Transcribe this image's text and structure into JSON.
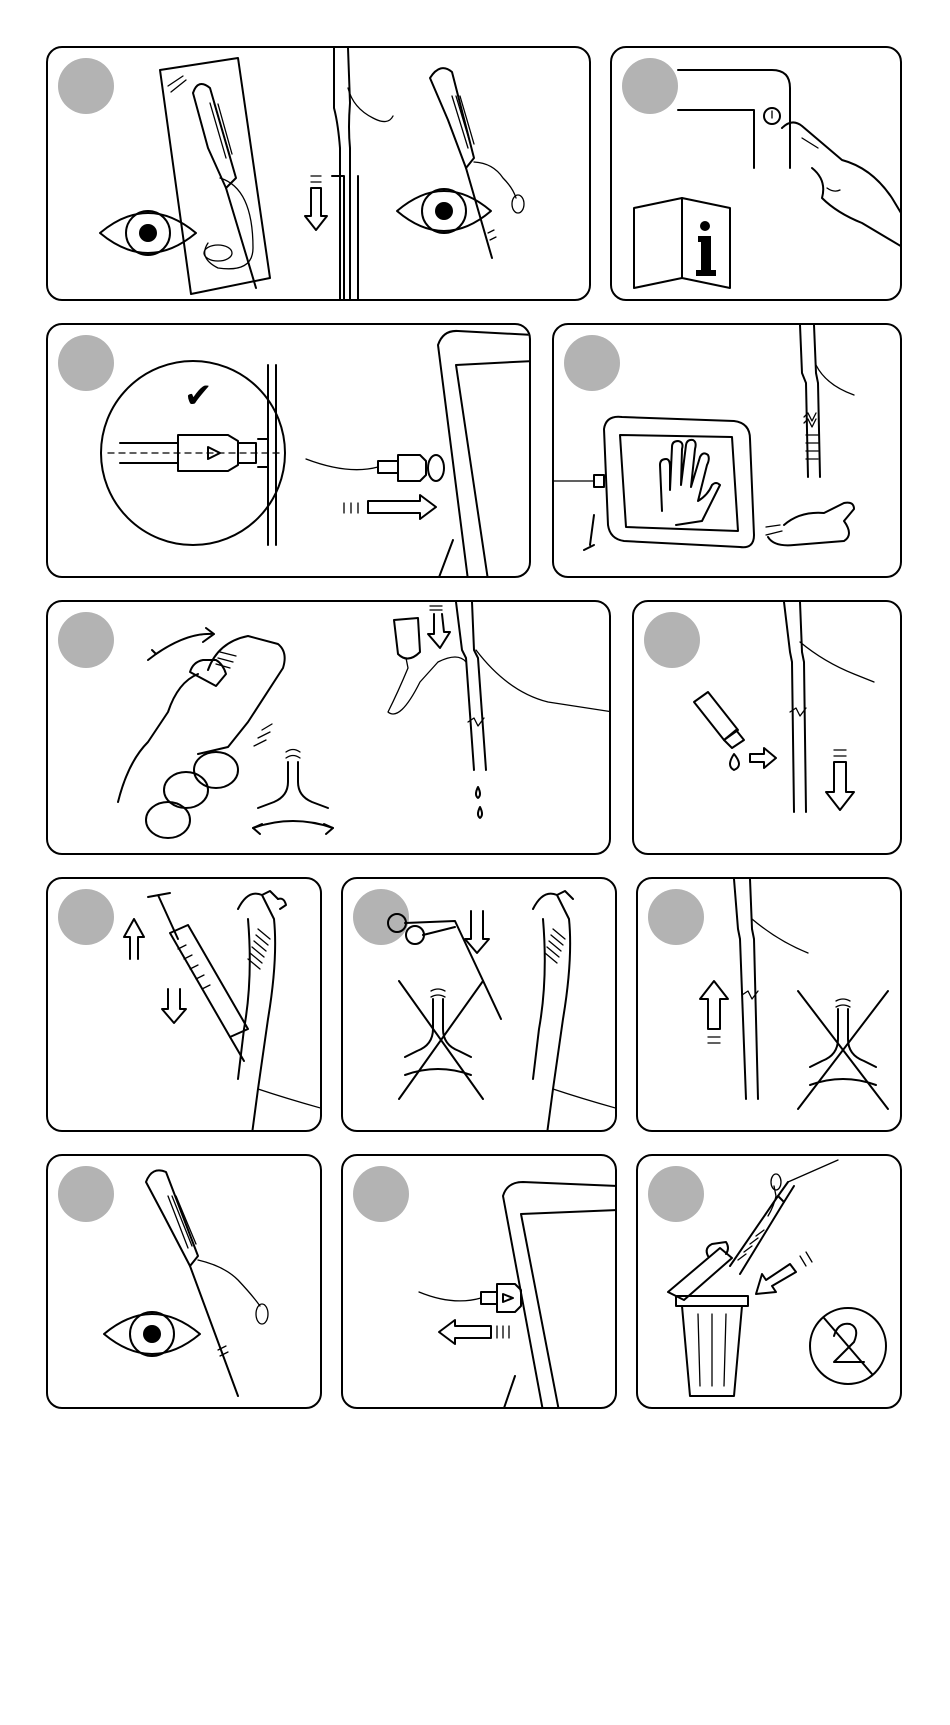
{
  "steps": [
    {
      "number": "",
      "icons": [
        "eye-icon",
        "packaged-endoscope",
        "insertion-tube-arrow",
        "endoscope-handle"
      ]
    },
    {
      "number": "",
      "icons": [
        "monitor-power-button",
        "finger-press",
        "manual-info-icon"
      ]
    },
    {
      "number": "",
      "icons": [
        "connector-magnified",
        "checkmark",
        "cable-connect-arrow",
        "monitor"
      ]
    },
    {
      "number": "",
      "icons": [
        "monitor-image",
        "hand-icon",
        "endoscope-tip"
      ]
    },
    {
      "number": "",
      "icons": [
        "control-lever-thumb",
        "tip-bending",
        "saline-bag",
        "drip"
      ]
    },
    {
      "number": "",
      "icons": [
        "lubricant-tube",
        "insert-arrow"
      ]
    },
    {
      "number": "",
      "icons": [
        "syringe",
        "working-channel"
      ]
    },
    {
      "number": "",
      "icons": [
        "forceps",
        "no-bending-while-instrument"
      ]
    },
    {
      "number": "",
      "icons": [
        "withdraw-arrow",
        "no-bending-while-withdrawing"
      ]
    },
    {
      "number": "",
      "icons": [
        "eye-icon",
        "endoscope-inspection"
      ]
    },
    {
      "number": "",
      "icons": [
        "disconnect-arrow",
        "monitor"
      ]
    },
    {
      "number": "",
      "icons": [
        "waste-bin",
        "do-not-reuse-icon"
      ]
    }
  ],
  "symbols": {
    "checkmark": "✔",
    "info": "i"
  }
}
